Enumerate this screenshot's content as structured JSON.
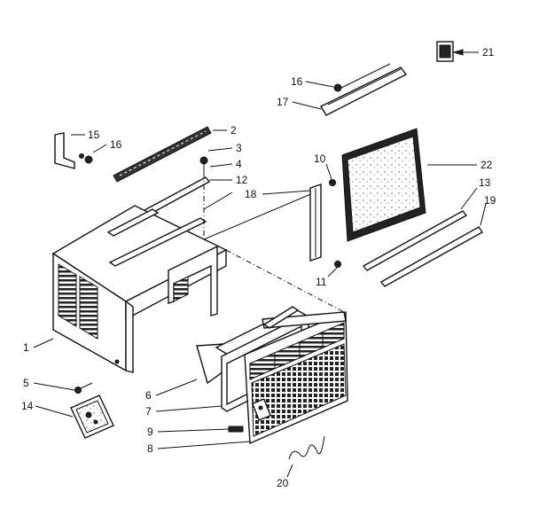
{
  "callouts": [
    {
      "id": "c1",
      "text": "1"
    },
    {
      "id": "c2",
      "text": "2"
    },
    {
      "id": "c3",
      "text": "3"
    },
    {
      "id": "c4",
      "text": "4"
    },
    {
      "id": "c5",
      "text": "5"
    },
    {
      "id": "c6",
      "text": "6"
    },
    {
      "id": "c7",
      "text": "7"
    },
    {
      "id": "c8",
      "text": "8"
    },
    {
      "id": "c9",
      "text": "9"
    },
    {
      "id": "c10",
      "text": "10"
    },
    {
      "id": "c11",
      "text": "11"
    },
    {
      "id": "c12",
      "text": "12"
    },
    {
      "id": "c13",
      "text": "13"
    },
    {
      "id": "c14",
      "text": "14"
    },
    {
      "id": "c15",
      "text": "15"
    },
    {
      "id": "c16a",
      "text": "16"
    },
    {
      "id": "c16b",
      "text": "16"
    },
    {
      "id": "c17",
      "text": "17"
    },
    {
      "id": "c18",
      "text": "18"
    },
    {
      "id": "c19",
      "text": "19"
    },
    {
      "id": "c20",
      "text": "20"
    },
    {
      "id": "c21",
      "text": "21"
    },
    {
      "id": "c22",
      "text": "22"
    }
  ]
}
